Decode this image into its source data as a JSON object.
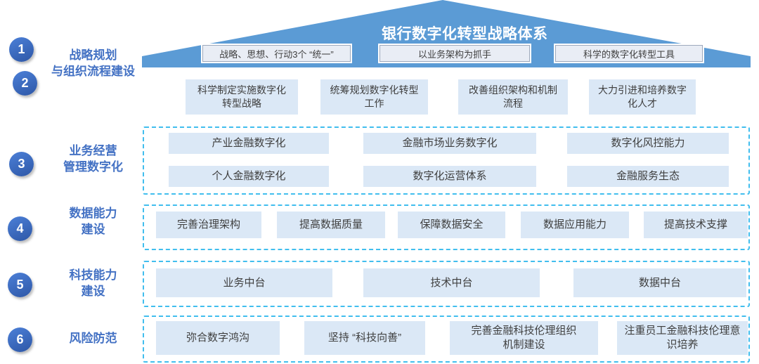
{
  "roof": {
    "title": "银行数字化转型战略体系",
    "beams": [
      "战略、思想、行动3个 “统一”",
      "以业务架构为抓手",
      "科学的数字化转型工具"
    ]
  },
  "badges": [
    "1",
    "2",
    "3",
    "4",
    "5",
    "6"
  ],
  "sections": [
    {
      "label": [
        "战略规划",
        "与组织流程建设"
      ],
      "items": [
        "科学制定实施数字化\n转型战略",
        "统筹规划数字化转型\n工作",
        "改善组织架构和机制\n流程",
        "大力引进和培养数字\n化人才"
      ]
    },
    {
      "label": [
        "业务经营",
        "管理数字化"
      ],
      "rows": [
        [
          "产业金融数字化",
          "金融市场业务数字化",
          "数字化风控能力"
        ],
        [
          "个人金融数字化",
          "数字化运营体系",
          "金融服务生态"
        ]
      ]
    },
    {
      "label": [
        "数据能力",
        "建设"
      ],
      "items": [
        "完善治理架构",
        "提高数据质量",
        "保障数据安全",
        "数据应用能力",
        "提高技术支撑"
      ]
    },
    {
      "label": [
        "科技能力",
        "建设"
      ],
      "items": [
        "业务中台",
        "技术中台",
        "数据中台"
      ]
    },
    {
      "label": [
        "风险防范"
      ],
      "items": [
        "弥合数字鸿沟",
        "坚持 “科技向善”",
        "完善金融科技伦理组织\n机制建设",
        "注重员工金融科技伦理意\n识培养"
      ]
    }
  ],
  "colors": {
    "roof_blue": "#5B9BD5",
    "badge_blue_from": "#4C80D8",
    "badge_blue_to": "#2E57A6",
    "label_blue": "#4472C4",
    "box_fill": "#DBE8F6",
    "beam_fill": "#E9EDF5",
    "beam_border": "#9DA9BC",
    "dashed_border": "#41BEEE",
    "text_dark": "#3F3F3F"
  }
}
